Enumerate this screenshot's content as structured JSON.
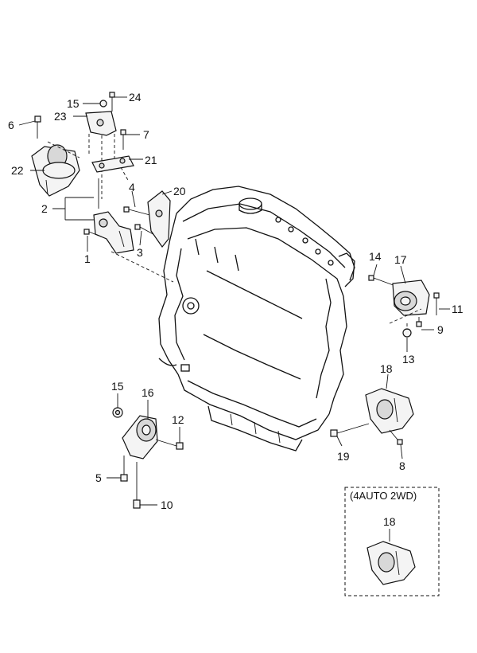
{
  "callouts": [
    {
      "id": "c1",
      "text": "1"
    },
    {
      "id": "c2",
      "text": "2"
    },
    {
      "id": "c3",
      "text": "3"
    },
    {
      "id": "c4",
      "text": "4"
    },
    {
      "id": "c5",
      "text": "5"
    },
    {
      "id": "c6",
      "text": "6"
    },
    {
      "id": "c7",
      "text": "7"
    },
    {
      "id": "c8",
      "text": "8"
    },
    {
      "id": "c9",
      "text": "9"
    },
    {
      "id": "c10",
      "text": "10"
    },
    {
      "id": "c11",
      "text": "11"
    },
    {
      "id": "c12",
      "text": "12"
    },
    {
      "id": "c13",
      "text": "13"
    },
    {
      "id": "c14",
      "text": "14"
    },
    {
      "id": "c15a",
      "text": "15"
    },
    {
      "id": "c15b",
      "text": "15"
    },
    {
      "id": "c16",
      "text": "16"
    },
    {
      "id": "c17",
      "text": "17"
    },
    {
      "id": "c18a",
      "text": "18"
    },
    {
      "id": "c18b",
      "text": "18"
    },
    {
      "id": "c19",
      "text": "19"
    },
    {
      "id": "c20",
      "text": "20"
    },
    {
      "id": "c21",
      "text": "21"
    },
    {
      "id": "c22",
      "text": "22"
    },
    {
      "id": "c23",
      "text": "23"
    },
    {
      "id": "c24",
      "text": "24"
    }
  ],
  "variant_box": {
    "label": "(4AUTO 2WD)"
  }
}
